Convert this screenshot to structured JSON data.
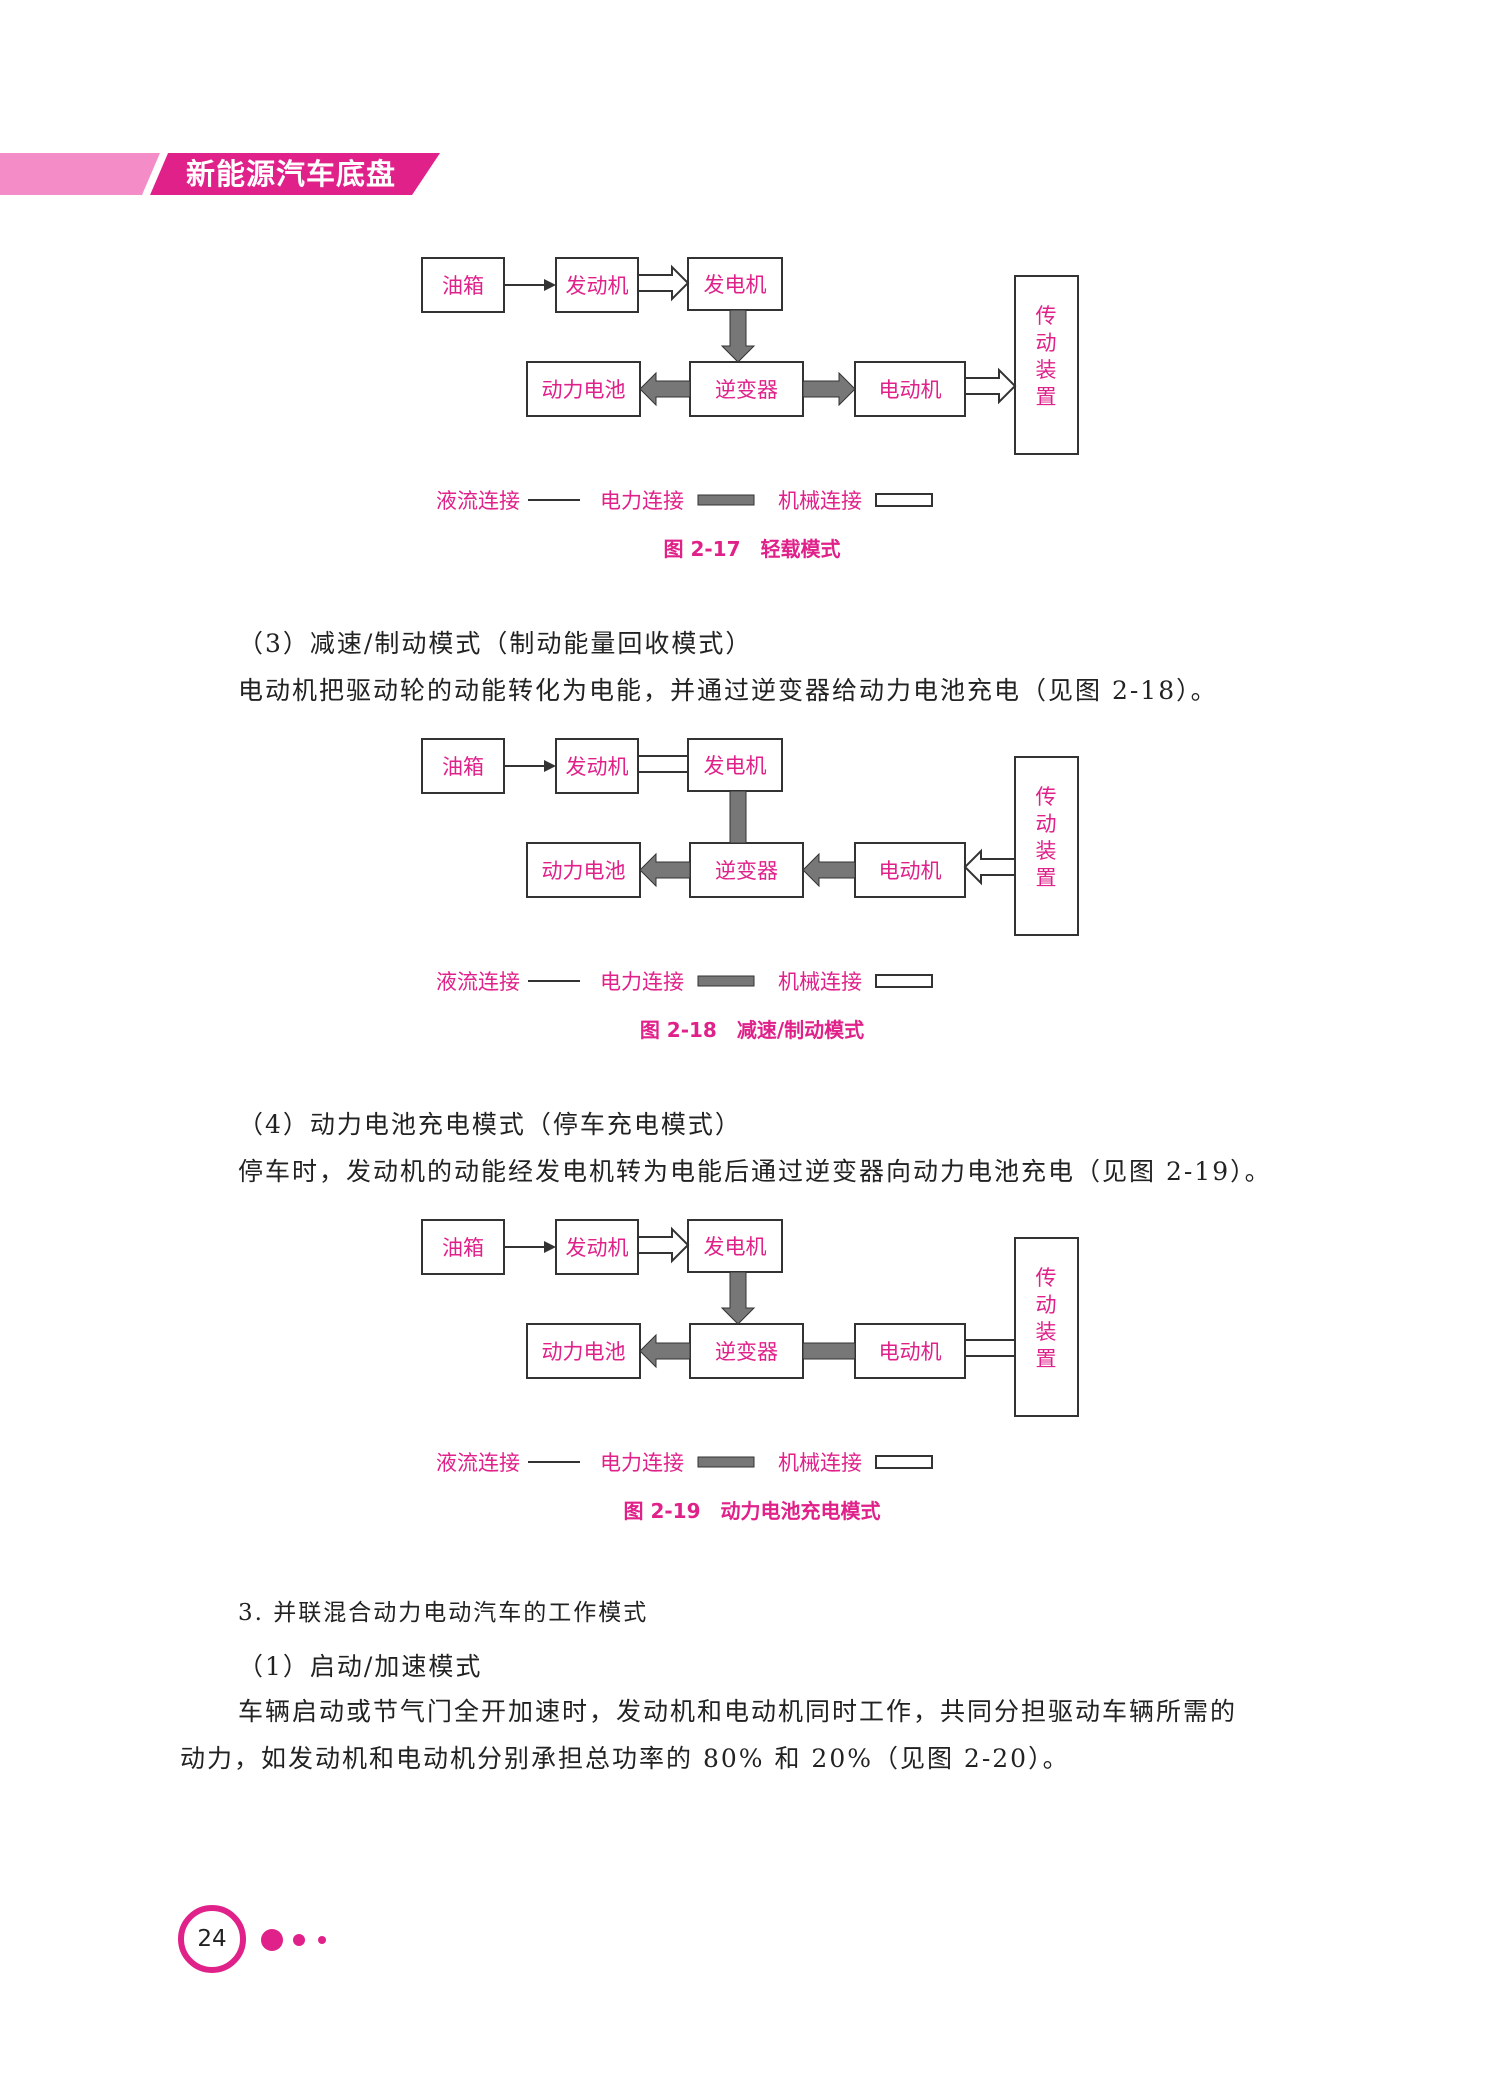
{
  "header": {
    "title": "新能源汽车底盘",
    "accent": "#e0218a"
  },
  "labels": {
    "tank": "油箱",
    "engine": "发动机",
    "generator": "发电机",
    "battery": "动力电池",
    "inverter": "逆变器",
    "motor": "电动机",
    "transmission": [
      "传",
      "动",
      "装",
      "置"
    ]
  },
  "legend": {
    "fluid": "液流连接",
    "electric": "电力连接",
    "mechanical": "机械连接"
  },
  "figures": [
    {
      "caption": "图 2-17　轻载模式"
    },
    {
      "caption": "图 2-18　减速/制动模式"
    },
    {
      "caption": "图 2-19　动力电池充电模式"
    }
  ],
  "text": {
    "p1_heading": "（3）减速/制动模式（制动能量回收模式）",
    "p1_body": "电动机把驱动轮的动能转化为电能，并通过逆变器给动力电池充电（见图 2-18）。",
    "p2_heading": "（4）动力电池充电模式（停车充电模式）",
    "p2_body": "停车时，发动机的动能经发电机转为电能后通过逆变器向动力电池充电（见图 2-19）。",
    "s3_heading": "3. 并联混合动力电动汽车的工作模式",
    "s3_sub": "（1）启动/加速模式",
    "s3_body_1": "车辆启动或节气门全开加速时，发动机和电动机同时工作，共同分担驱动车辆所需的",
    "s3_body_2": "动力，如发动机和电动机分别承担总功率的 80% 和 20%（见图 2-20）。"
  },
  "page": {
    "number": "24"
  }
}
